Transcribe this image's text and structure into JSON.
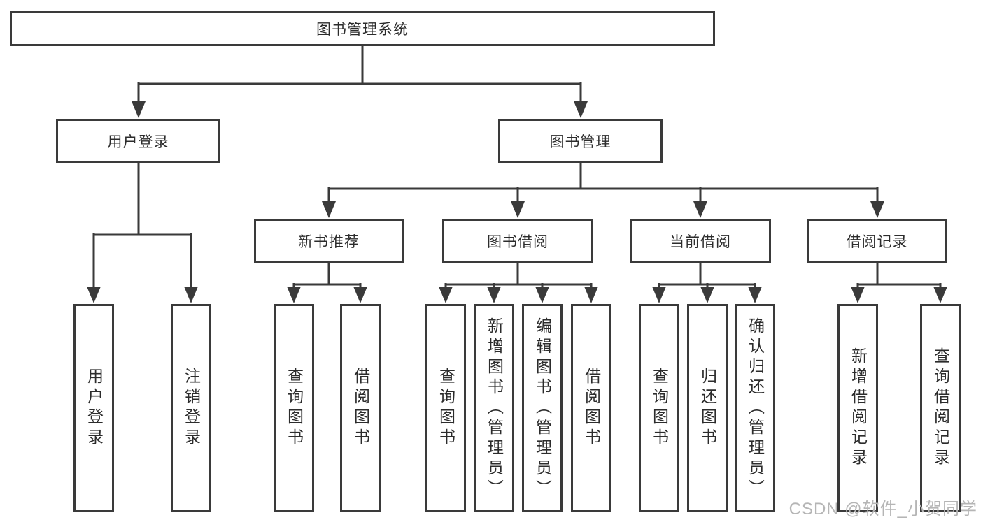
{
  "colors": {
    "line": "#3a3a3a",
    "text": "#2c2c2c",
    "background": "#ffffff",
    "watermark": "#b5b5b5"
  },
  "tree": {
    "root": "图书管理系统",
    "children": [
      {
        "label": "用户登录",
        "leaves": [
          "用户登录",
          "注销登录"
        ]
      },
      {
        "label": "图书管理",
        "children": [
          {
            "label": "新书推荐",
            "leaves": [
              "查询图书",
              "借阅图书"
            ]
          },
          {
            "label": "图书借阅",
            "leaves": [
              "查询图书",
              "新增图书（管理员）",
              "编辑图书（管理员）",
              "借阅图书"
            ]
          },
          {
            "label": "当前借阅",
            "leaves": [
              "查询图书",
              "归还图书",
              "确认归还（管理员）"
            ]
          },
          {
            "label": "借阅记录",
            "leaves": [
              "新增借阅记录",
              "查询借阅记录"
            ]
          }
        ]
      }
    ]
  },
  "watermark": {
    "text": "CSDN @软件_小贺同学"
  }
}
